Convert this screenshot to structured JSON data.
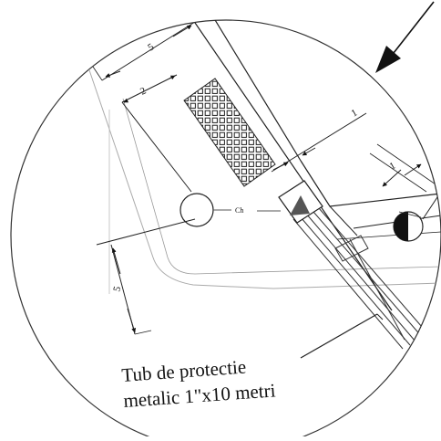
{
  "detail": {
    "dimensions": {
      "top_width": "5",
      "hatch_offset": "2",
      "gap_a": "1",
      "gap_b": "1",
      "left_height": "5"
    },
    "sensor_label": "Ch",
    "callout_line1": "Tub de protectie",
    "callout_line2": "metalic 1\"x10 metri"
  }
}
